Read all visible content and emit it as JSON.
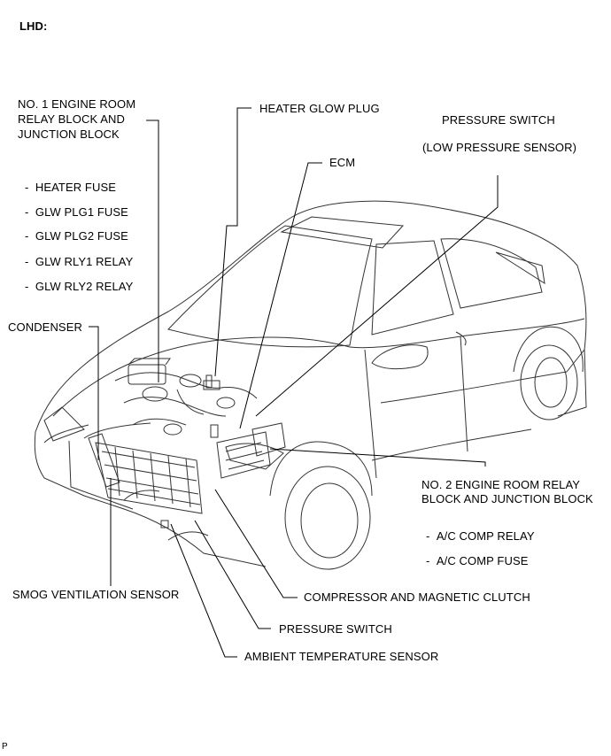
{
  "header": {
    "lhd": "LHD:"
  },
  "labels": {
    "relay_block_1_line1": "NO. 1 ENGINE ROOM",
    "relay_block_1_line2": "RELAY BLOCK AND",
    "relay_block_1_line3": "JUNCTION BLOCK",
    "heater_glow_plug": "HEATER GLOW PLUG",
    "ecm": "ECM",
    "pressure_switch_top": "PRESSURE SWITCH",
    "low_pressure_sensor": "(LOW PRESSURE SENSOR)",
    "condenser": "CONDENSER",
    "relay_block_2_line1": "NO. 2 ENGINE ROOM RELAY",
    "relay_block_2_line2": "BLOCK AND JUNCTION BLOCK",
    "smog_sensor": "SMOG VENTILATION SENSOR",
    "compressor": "COMPRESSOR AND MAGNETIC CLUTCH",
    "pressure_switch_bottom": "PRESSURE SWITCH",
    "ambient_sensor": "AMBIENT TEMPERATURE SENSOR"
  },
  "fuse_list_1": [
    "HEATER FUSE",
    "GLW PLG1 FUSE",
    "GLW PLG2 FUSE",
    "GLW RLY1 RELAY",
    "GLW RLY2 RELAY"
  ],
  "fuse_list_2": [
    "A/C COMP RELAY",
    "A/C COMP FUSE"
  ],
  "footer": {
    "code": "P"
  }
}
